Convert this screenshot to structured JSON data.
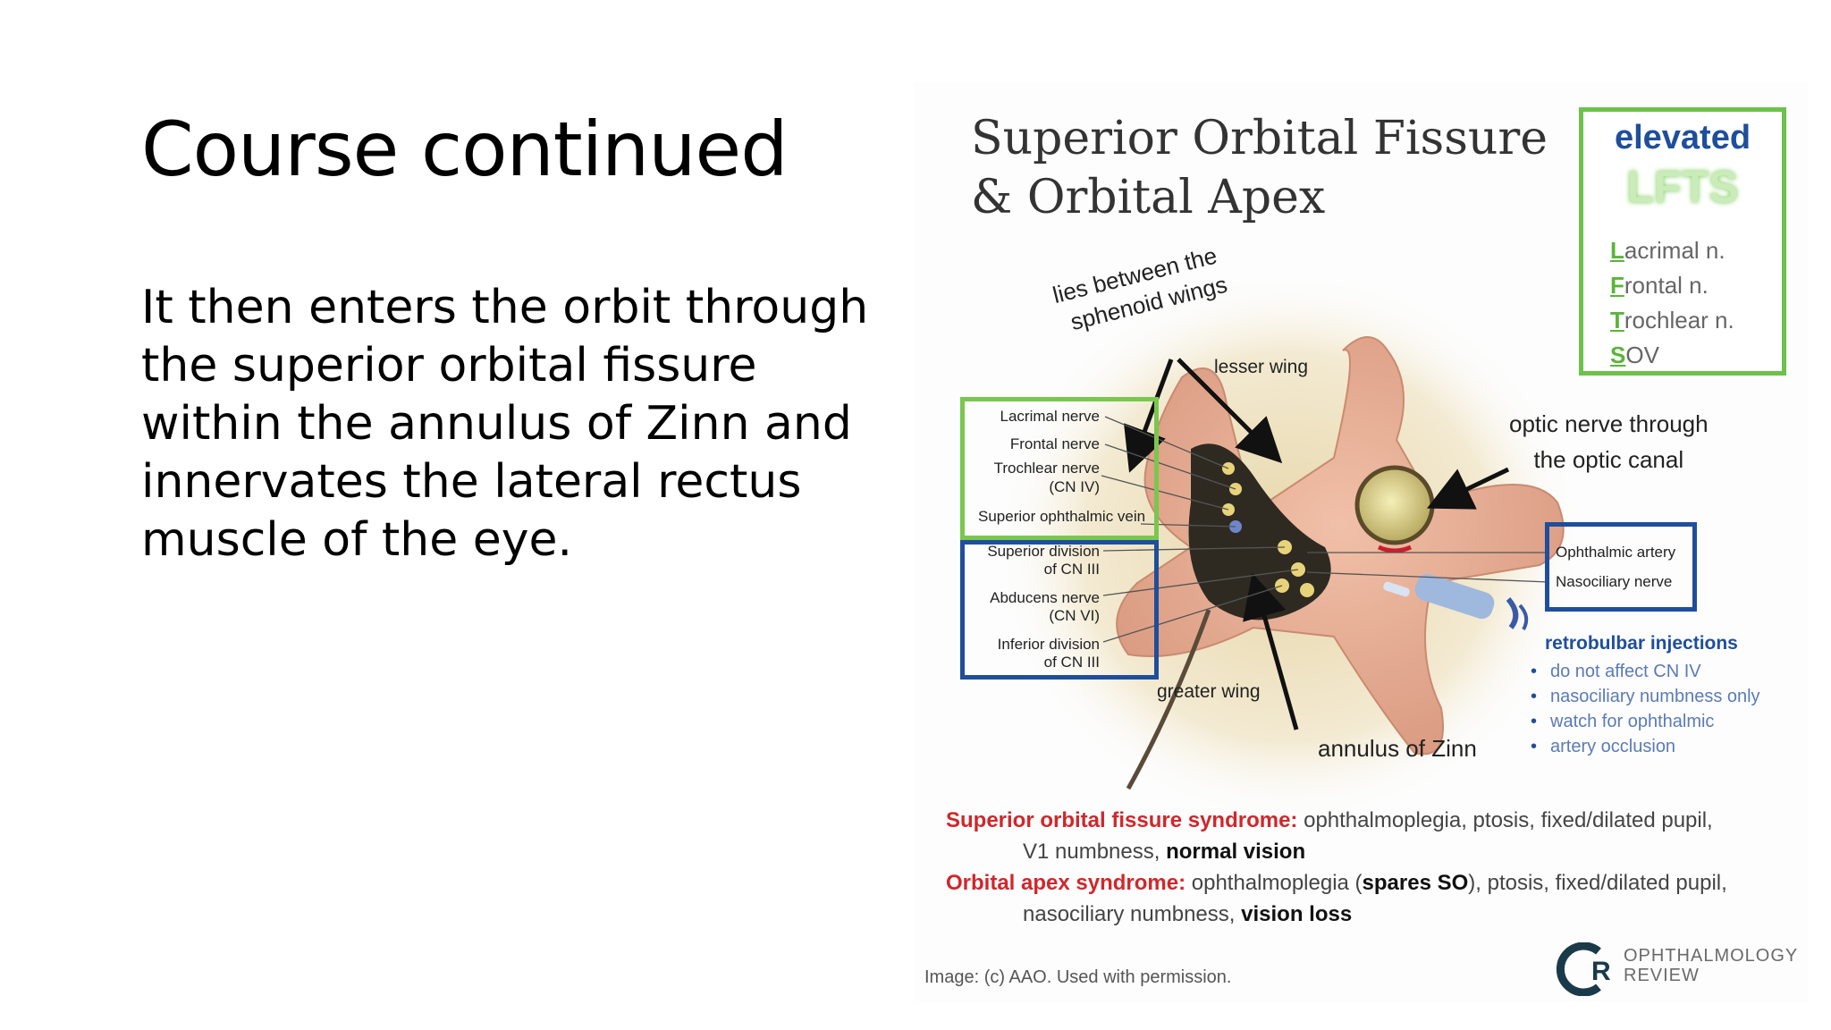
{
  "slide": {
    "title": "Course continued",
    "body": "It then enters the orbit through the superior orbital fissure within the annulus of Zinn and innervates the lateral rectus muscle of the eye."
  },
  "figure": {
    "title_line1": "Superior Orbital Fissure",
    "title_line2": "& Orbital Apex",
    "lfts": {
      "elevated": "elevated",
      "word": "LFTS",
      "items": [
        {
          "initial": "L",
          "rest": "acrimal n."
        },
        {
          "initial": "F",
          "rest": "rontal n."
        },
        {
          "initial": "T",
          "rest": "rochlear n."
        },
        {
          "initial": "S",
          "rest": "OV"
        }
      ]
    },
    "labels": {
      "sphenoid_wings_line1": "lies between the",
      "sphenoid_wings_line2": "sphenoid wings",
      "lesser_wing": "lesser wing",
      "greater_wing": "greater wing",
      "optic_line1": "optic nerve through",
      "optic_line2": "the optic canal",
      "annulus": "annulus of Zinn"
    },
    "left_labels": [
      "Lacrimal nerve",
      "Frontal nerve",
      "Trochlear nerve",
      "(CN IV)",
      "Superior ophthalmic vein",
      "Superior division",
      "of CN III",
      "Abducens nerve",
      "(CN VI)",
      "Inferior division",
      "of CN III"
    ],
    "right_labels": [
      "Ophthalmic artery",
      "Nasociliary nerve"
    ],
    "retrobulbar": {
      "title": "retrobulbar injections",
      "items": [
        "do not affect CN IV",
        "nasociliary numbness only",
        "watch for ophthalmic",
        "artery occlusion"
      ]
    },
    "syndromes": {
      "sofs_name": "Superior orbital fissure syndrome:",
      "sofs_desc": " ophthalmoplegia, ptosis, fixed/dilated pupil,",
      "sofs_desc2": "V1 numbness, ",
      "sofs_bold": "normal vision",
      "oas_name": "Orbital apex syndrome:",
      "oas_desc_a": " ophthalmoplegia (",
      "oas_bold1": "spares SO",
      "oas_desc_b": "), ptosis, fixed/dilated pupil,",
      "oas_desc2": "nasociliary numbness, ",
      "oas_bold2": "vision loss"
    },
    "credit": "Image: (c) AAO. Used with permission.",
    "logo_line1": "OPHTHALMOLOGY",
    "logo_line2": "REVIEW",
    "logo_letter": "R"
  }
}
